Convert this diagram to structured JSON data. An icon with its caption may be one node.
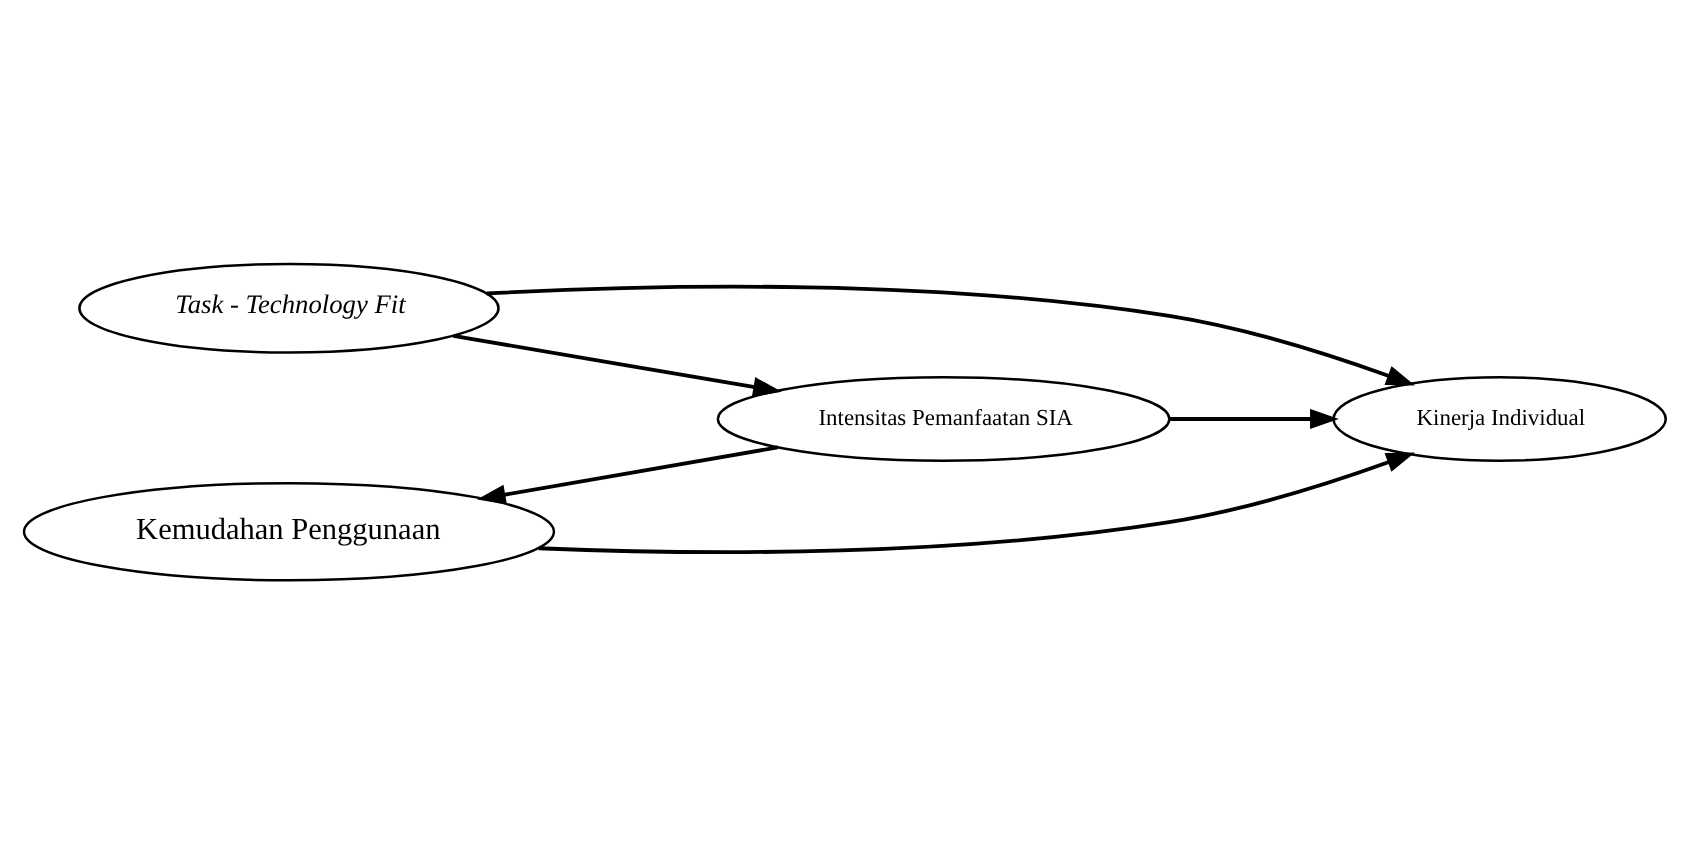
{
  "diagram": {
    "nodes": [
      {
        "text": [
          "Task - Technology Fit"
        ]
      },
      {
        "text": [
          "Intensitas Pemanfaatan SIA"
        ]
      },
      {
        "text": [
          "Kinerja Individual"
        ]
      },
      {
        "text": [
          "Kemudahan Penggunaan"
        ]
      }
    ],
    "edges": [
      {
        "from": 0,
        "to": 1,
        "arrow": "to"
      },
      {
        "from": 0,
        "to": 2,
        "arrow": "to"
      },
      {
        "from": 1,
        "to": 2,
        "arrow": "to"
      },
      {
        "from": 1,
        "to": 3,
        "arrow": "to"
      },
      {
        "from": 3,
        "to": 2,
        "arrow": "to"
      }
    ]
  }
}
